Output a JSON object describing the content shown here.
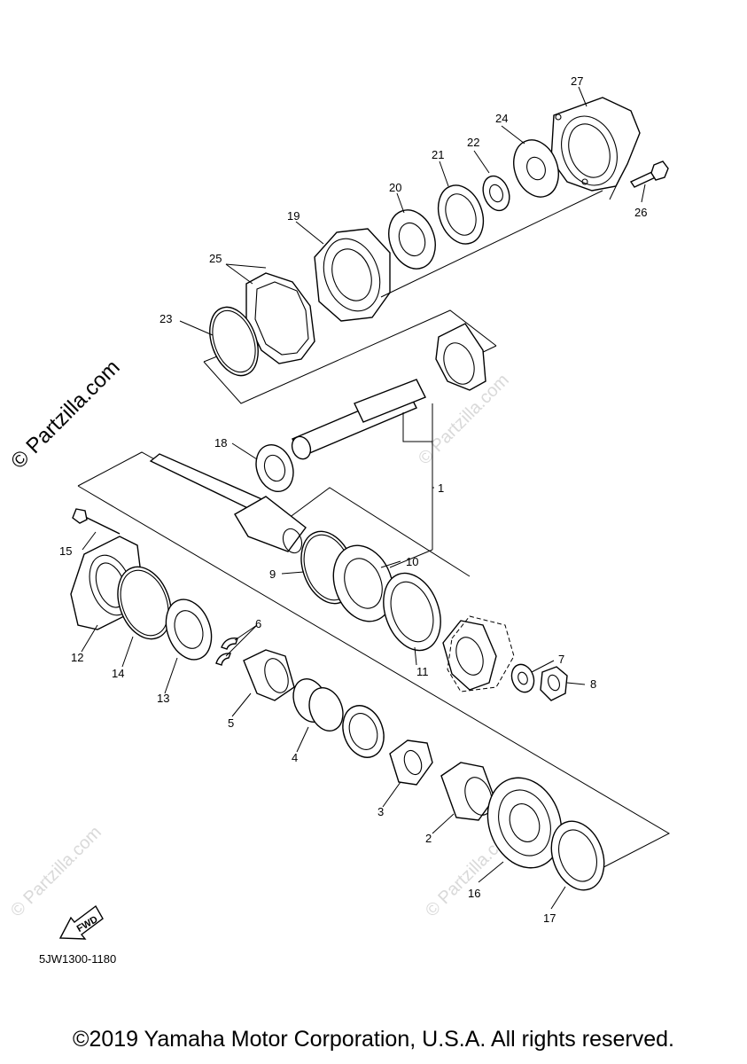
{
  "diagram": {
    "part_numbers": [
      "1",
      "2",
      "3",
      "4",
      "5",
      "6",
      "7",
      "8",
      "9",
      "10",
      "11",
      "12",
      "13",
      "14",
      "15",
      "16",
      "17",
      "18",
      "19",
      "20",
      "21",
      "22",
      "23",
      "24",
      "25",
      "26",
      "27"
    ],
    "forward_label": "FWD",
    "diagram_code": "5JW1300-1180",
    "watermark_side": "© Partzilla.com",
    "watermark_faint": "© Partzilla.com",
    "copyright": "©2019 Yamaha Motor Corporation, U.S.A. All rights reserved."
  }
}
